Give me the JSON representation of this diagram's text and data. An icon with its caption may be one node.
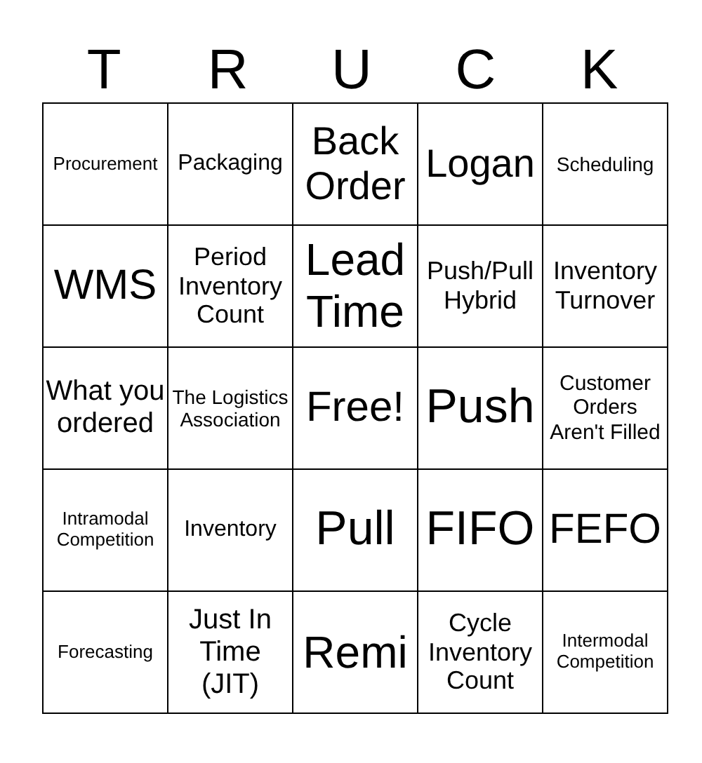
{
  "diagram": {
    "labels": [
      "T",
      "R",
      "U",
      "C",
      "K",
      "Procurement",
      "Packaging",
      "Back Order",
      "Logan",
      "Scheduling",
      "WMS",
      "Period Inventory Count",
      "Lead Time",
      "Push/Pull Hybrid",
      "Inventory Turnover",
      "What you ordered",
      "The Logistics Association",
      "Free!",
      "Push",
      "Customer Orders Aren't Filled",
      "Intramodal Competition",
      "Inventory",
      "Pull",
      "FIFO",
      "FEFO",
      "Forecasting",
      "Just In Time (JIT)",
      "Remi",
      "Cycle Inventory Count",
      "Intermodal Competition"
    ]
  }
}
